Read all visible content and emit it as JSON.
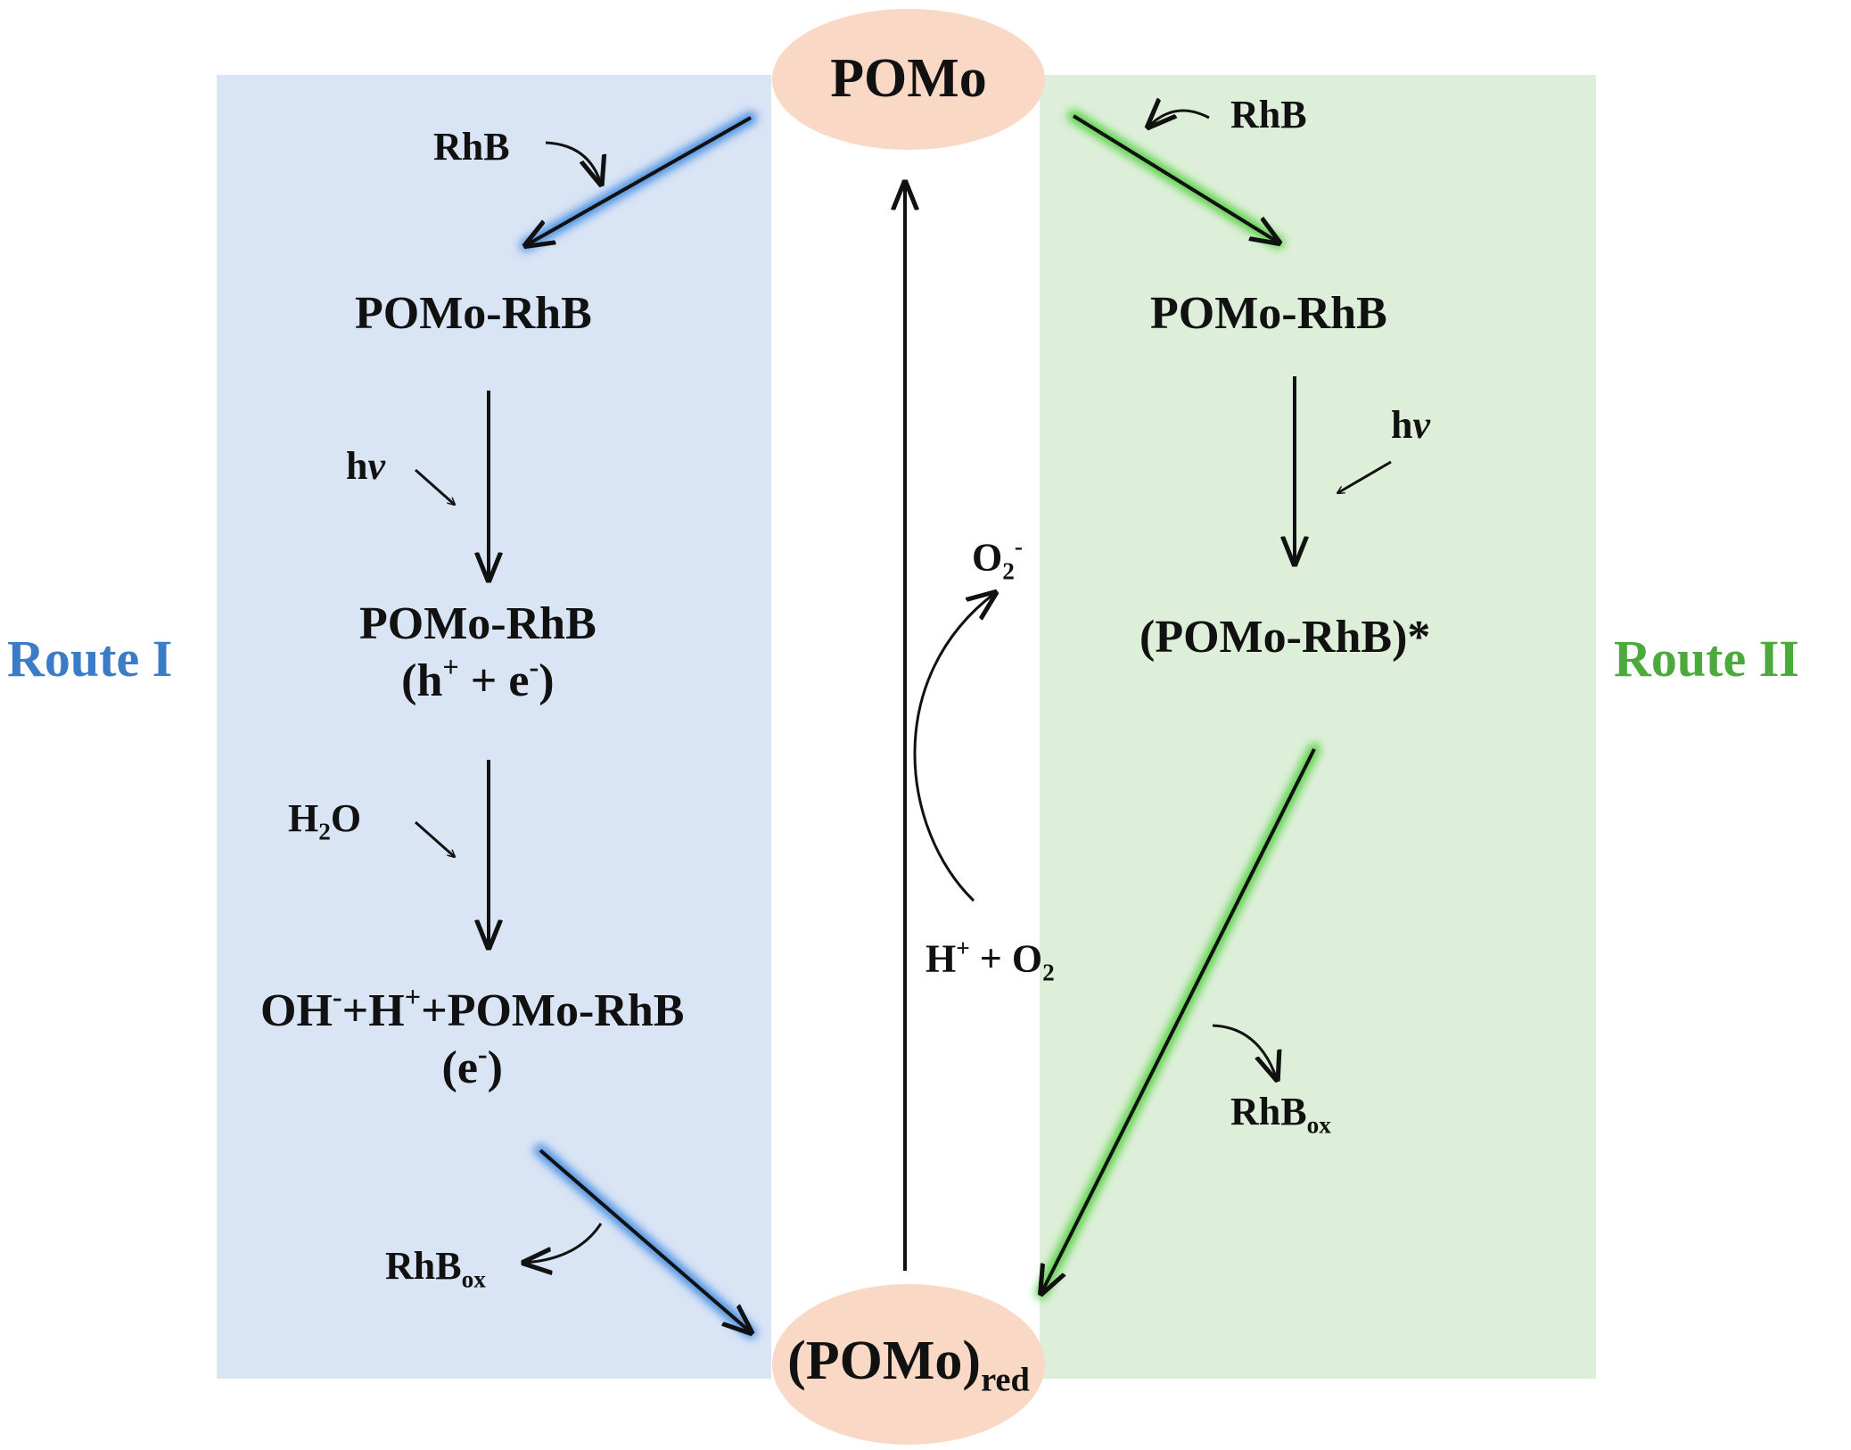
{
  "colors": {
    "route1": "#3a7cc6",
    "route2": "#4caa3c",
    "panel1": "#d9e4f5",
    "panel2": "#ddefd9",
    "ellipse": "#f9d8c6",
    "glow_blue": "#4a90e2",
    "glow_green": "#5cd24a",
    "glow_orange": "#f29a60"
  },
  "center": {
    "top_node": "POMo",
    "bottom_node_base": "(POMo)",
    "bottom_node_sub": "red",
    "o2_base": "O",
    "o2_sub": "2",
    "o2_sup": "-",
    "hplus_h": "H",
    "hplus_sup": "+",
    "hplus_rest": " + O",
    "hplus_sub": "2"
  },
  "route1": {
    "title": "Route I",
    "reagent_rhb": "RhB",
    "node1": "POMo-RhB",
    "hv_h": "h",
    "hv_nu": "ν",
    "node2_line1": "POMo-RhB",
    "node2_open": "(h",
    "node2_sup_plus": "+",
    "node2_mid": " + e",
    "node2_sup_minus": "-",
    "node2_close": ")",
    "water_h": "H",
    "water_sub": "2",
    "water_o": "O",
    "node3_oh": "OH",
    "node3_sup_minus": "-",
    "node3_plus_h": "+H",
    "node3_sup_plus": "+",
    "node3_rest": "+POMo-RhB",
    "node3_line2_open": "(e",
    "node3_line2_sup": "-",
    "node3_line2_close": ")",
    "product_base": "RhB",
    "product_sub": "ox"
  },
  "route2": {
    "title": "Route II",
    "reagent_rhb": "RhB",
    "node1": "POMo-RhB",
    "hv_h": "h",
    "hv_nu": "ν",
    "node2": "(POMo-RhB)*",
    "product_base": "RhB",
    "product_sub": "ox"
  }
}
